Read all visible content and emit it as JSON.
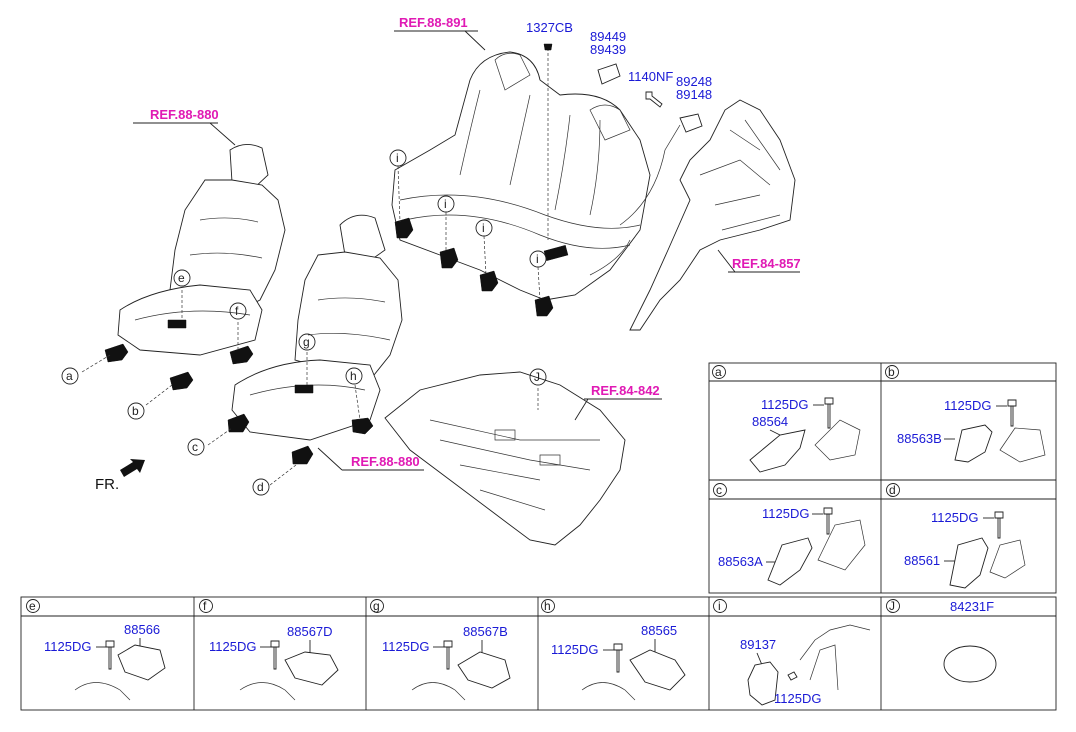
{
  "main": {
    "ref_rear_seat": "REF.88-891",
    "ref_front_seat_top": "REF.88-880",
    "ref_front_seat_bottom": "REF.88-880",
    "ref_side_trim": "REF.84-857",
    "ref_floor": "REF.84-842",
    "p_1327cb": "1327CB",
    "p_89449": "89449",
    "p_89439": "89439",
    "p_1140nf": "1140NF",
    "p_89248": "89248",
    "p_89148": "89148",
    "fr": "FR.",
    "callouts": [
      "a",
      "b",
      "c",
      "d",
      "e",
      "f",
      "g",
      "h",
      "i",
      "J"
    ]
  },
  "details": {
    "a": {
      "letter": "a",
      "bolt": "1125DG",
      "part": "88564"
    },
    "b": {
      "letter": "b",
      "bolt": "1125DG",
      "part": "88563B"
    },
    "c": {
      "letter": "c",
      "bolt": "1125DG",
      "part": "88563A"
    },
    "d": {
      "letter": "d",
      "bolt": "1125DG",
      "part": "88561"
    },
    "e": {
      "letter": "e",
      "bolt": "1125DG",
      "part": "88566"
    },
    "f": {
      "letter": "f",
      "bolt": "1125DG",
      "part": "88567D"
    },
    "g": {
      "letter": "g",
      "bolt": "1125DG",
      "part": "88567B"
    },
    "h": {
      "letter": "h",
      "bolt": "1125DG",
      "part": "88565"
    },
    "i": {
      "letter": "i",
      "bolt": "1125DG",
      "part": "89137"
    },
    "j": {
      "letter": "J",
      "part": "84231F"
    }
  }
}
